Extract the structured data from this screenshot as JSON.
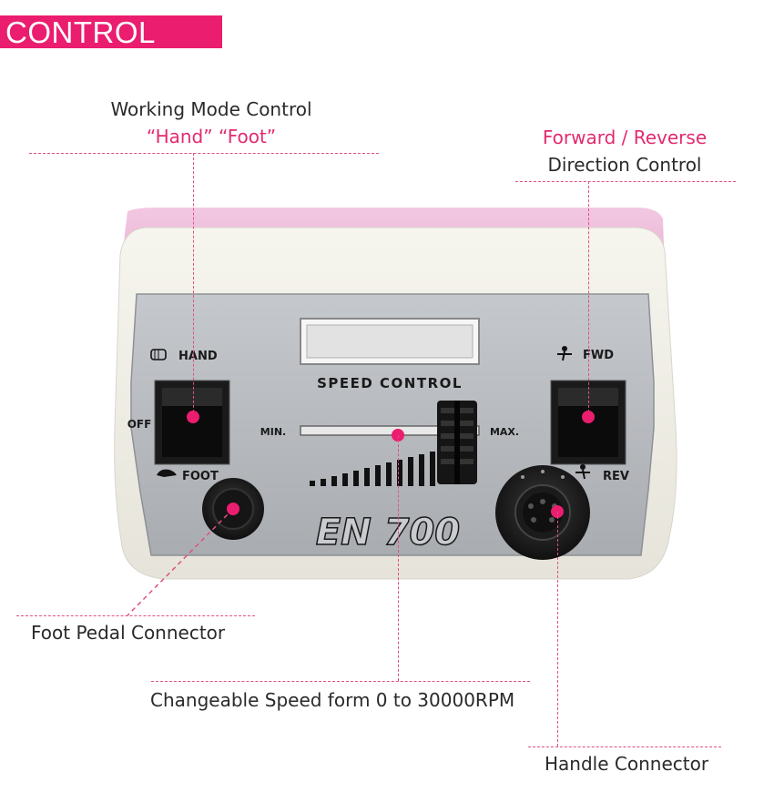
{
  "header": {
    "title": "CONTROL BOX"
  },
  "callouts": {
    "working_mode": {
      "title": "Working Mode Control",
      "subtitle": "“Hand” “Foot”"
    },
    "direction": {
      "title": "Forward / Reverse",
      "subtitle": "Direction Control"
    },
    "foot_pedal": {
      "title": "Foot Pedal Connector"
    },
    "speed": {
      "title": "Changeable Speed form 0 to 30000RPM"
    },
    "handle": {
      "title": "Handle Connector"
    }
  },
  "device": {
    "model": "EN 700",
    "speed_control": "SPEED CONTROL",
    "min": "MIN.",
    "max": "MAX.",
    "hand": "HAND",
    "foot": "FOOT",
    "off": "OFF",
    "fwd": "FWD",
    "rev": "REV"
  },
  "colors": {
    "accent": "#ea1d6f",
    "casing_pink": "#f0c0dd",
    "panel_gray": "#b9bcc0",
    "bezel": "#f1f0e6"
  }
}
